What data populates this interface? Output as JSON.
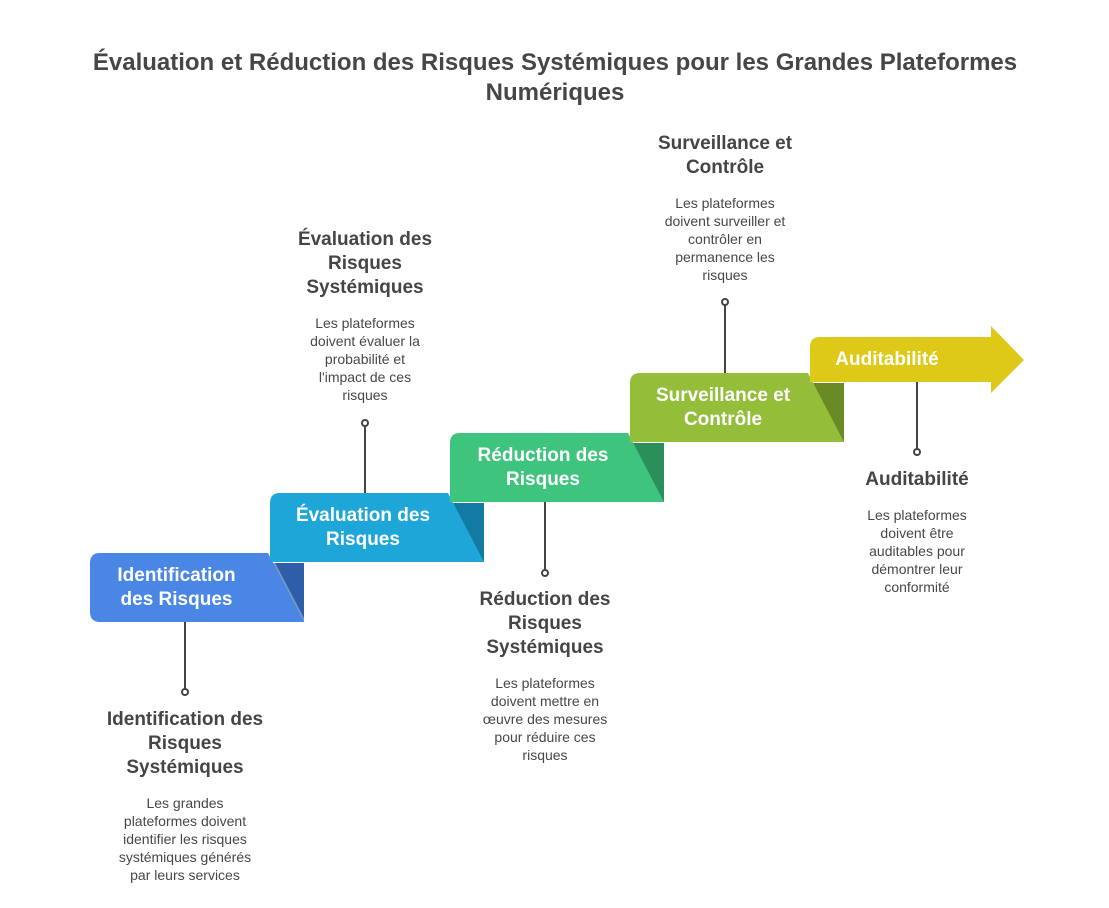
{
  "title": "Évaluation et Réduction des Risques Systémiques pour les Grandes Plateformes Numériques",
  "colors": {
    "step1": "#4a86e4",
    "step1_dark": "#2f5ea8",
    "step2": "#1fa6d8",
    "step2_dark": "#137aa2",
    "step3": "#3ec47d",
    "step3_dark": "#2a8f5a",
    "step4": "#94bd3a",
    "step4_dark": "#6a8a26",
    "step5": "#dec918",
    "step5_dark": "#a69612",
    "text": "#454545"
  },
  "steps": [
    {
      "label": "Identification des Risques",
      "heading": "Identification des Risques Systémiques",
      "description": "Les grandes plateformes doivent identifier les risques systémiques générés par leurs services"
    },
    {
      "label": "Évaluation des Risques",
      "heading": "Évaluation des Risques Systémiques",
      "description": "Les plateformes doivent évaluer la probabilité et l'impact de ces risques"
    },
    {
      "label": "Réduction des Risques",
      "heading": "Réduction des Risques Systémiques",
      "description": "Les plateformes doivent mettre en œuvre des mesures pour réduire ces risques"
    },
    {
      "label": "Surveillance et Contrôle",
      "heading": "Surveillance et Contrôle",
      "description": "Les plateformes doivent surveiller et contrôler en permanence les risques"
    },
    {
      "label": "Auditabilité",
      "heading": "Auditabilité",
      "description": "Les plateformes doivent être auditables pour démontrer leur conformité"
    }
  ]
}
